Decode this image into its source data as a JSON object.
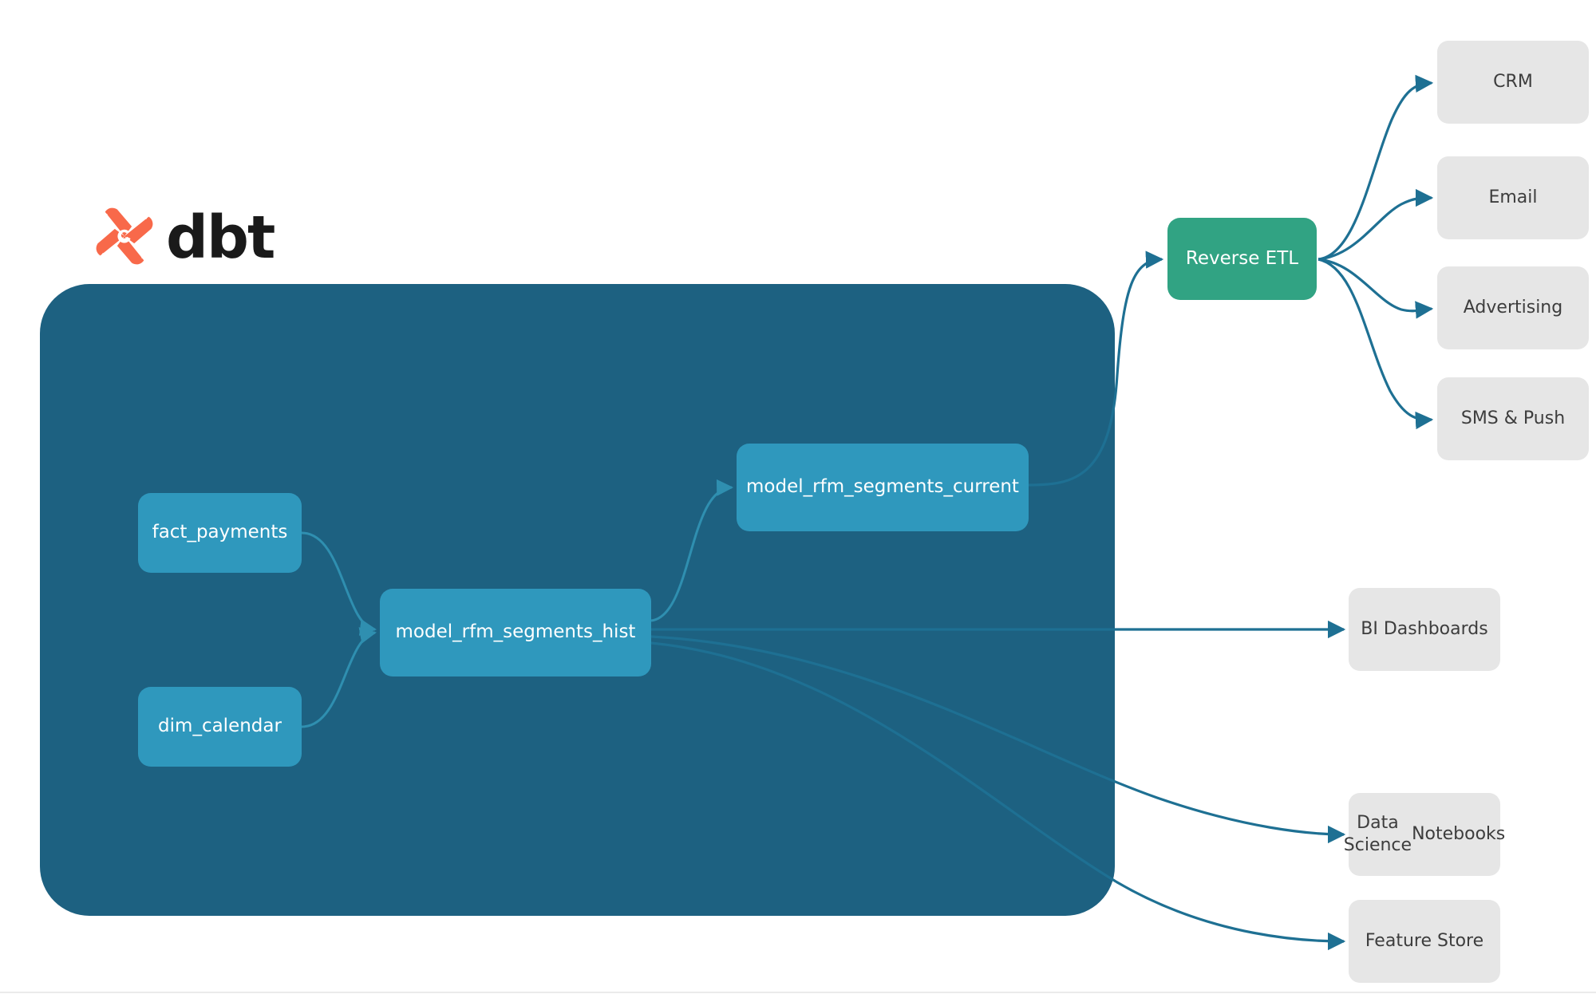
{
  "branding": {
    "logo_icon": "dbt-logo-icon",
    "wordmark": "dbt",
    "logo_color": "#f8694a"
  },
  "colors": {
    "warehouse_fill": "#1d6181",
    "model_fill": "#2f98bd",
    "reverse_etl_fill": "#31a383",
    "destination_fill": "#e6e6e6",
    "edge_external": "#1e7093",
    "edge_internal": "#2f8fb0",
    "background": "#ffffff"
  },
  "warehouse": {
    "name": "dbt-warehouse-container",
    "nodes": [
      {
        "id": "fact_payments",
        "label": "fact_payments"
      },
      {
        "id": "dim_calendar",
        "label": "dim_calendar"
      },
      {
        "id": "model_rfm_segments_hist",
        "label": "model_rfm_segments_hist"
      },
      {
        "id": "model_rfm_segments_current",
        "label": "model_rfm_segments_current"
      }
    ]
  },
  "activation": {
    "reverse_etl": {
      "id": "reverse_etl",
      "label": "Reverse ETL"
    },
    "destinations": [
      {
        "id": "crm",
        "label": "CRM"
      },
      {
        "id": "email",
        "label": "Email"
      },
      {
        "id": "advertising",
        "label": "Advertising"
      },
      {
        "id": "sms_push",
        "label": "SMS & Push"
      }
    ]
  },
  "analytics": {
    "consumers": [
      {
        "id": "bi_dashboards",
        "label": "BI Dashboards"
      },
      {
        "id": "ds_notebooks",
        "label": "Data Science\nNotebooks",
        "line1": "Data Science",
        "line2": "Notebooks"
      },
      {
        "id": "feature_store",
        "label": "Feature Store"
      }
    ]
  },
  "edges": [
    {
      "from": "fact_payments",
      "to": "model_rfm_segments_hist"
    },
    {
      "from": "dim_calendar",
      "to": "model_rfm_segments_hist"
    },
    {
      "from": "model_rfm_segments_hist",
      "to": "model_rfm_segments_current"
    },
    {
      "from": "model_rfm_segments_current",
      "to": "reverse_etl"
    },
    {
      "from": "reverse_etl",
      "to": "crm"
    },
    {
      "from": "reverse_etl",
      "to": "email"
    },
    {
      "from": "reverse_etl",
      "to": "advertising"
    },
    {
      "from": "reverse_etl",
      "to": "sms_push"
    },
    {
      "from": "model_rfm_segments_hist",
      "to": "bi_dashboards"
    },
    {
      "from": "model_rfm_segments_hist",
      "to": "ds_notebooks"
    },
    {
      "from": "model_rfm_segments_hist",
      "to": "feature_store"
    }
  ]
}
